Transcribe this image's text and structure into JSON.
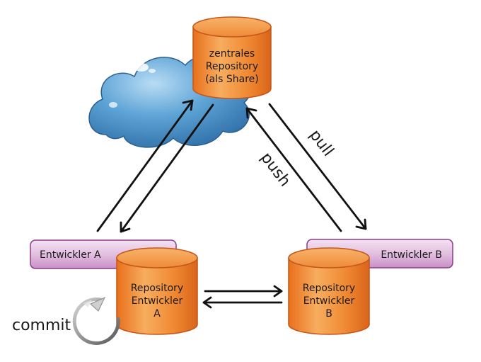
{
  "central_repo": {
    "lines": [
      "zentrales",
      "Repository",
      "(als Share)"
    ]
  },
  "developer_a": {
    "label": "Entwickler A",
    "repo_lines": [
      "Repository",
      "Entwickler",
      "A"
    ]
  },
  "developer_b": {
    "label": "Entwickler B",
    "repo_lines": [
      "Repository",
      "Entwickler",
      "B"
    ]
  },
  "actions": {
    "push": "push",
    "pull": "pull",
    "commit": "commit"
  }
}
